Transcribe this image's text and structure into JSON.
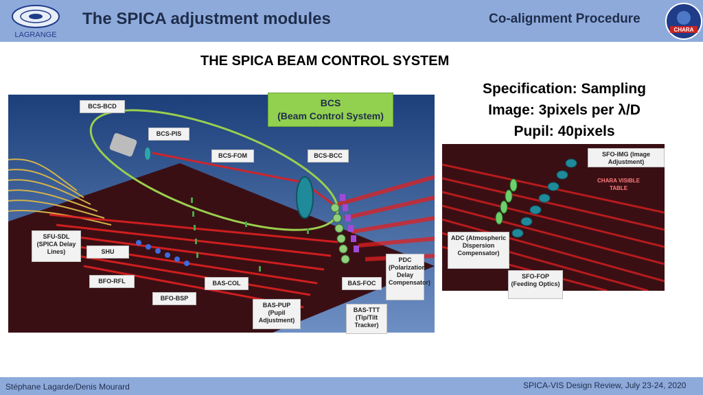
{
  "header": {
    "title": "The SPICA adjustment modules",
    "subtitle": "Co-alignment Procedure",
    "left_logo_text": "LAGRANGE",
    "right_logo_text": "CHARA"
  },
  "section_title": "THE SPICA BEAM CONTROL SYSTEM",
  "spec": {
    "line1": "Specification: Sampling",
    "line2": "Image: 3pixels per λ/D",
    "line3": "Pupil: 40pixels"
  },
  "main_labels": {
    "bcs_title": "BCS",
    "bcs_sub": "(Beam Control System)",
    "bcs_bcd": "BCS-BCD",
    "bcs_pis": "BCS-PIS",
    "bcs_fom": "BCS-FOM",
    "bcs_bcc": "BCS-BCC",
    "sfu_sdl": "SFU-SDL (SPICA Delay Lines)",
    "shu": "SHU",
    "bfo_rfl": "BFO-RFL",
    "bfo_bsp": "BFO-BSP",
    "bas_col": "BAS-COL",
    "bas_pup": "BAS-PUP (Pupil Adjustment)",
    "bas_ttt": "BAS-TTT (Tip/Tilt Tracker)",
    "bas_foc": "BAS-FOC",
    "pdc": "PDC (Polarization Delay Compensator)"
  },
  "side_labels": {
    "sfo_img": "SFO-IMG (Image Adjustment)",
    "chara_table": "CHARA VISIBLE TABLE",
    "adc": "ADC (Atmospheric Dispersion Compensator)",
    "sfo_fop": "SFO-FOP (Feeding Optics)"
  },
  "footer": {
    "left": "Stéphane Lagarde/Denis Mourard",
    "right": "SPICA-VIS Design Review, July 23-24, 2020"
  },
  "colors": {
    "header_bar": "#8eaadb",
    "bcs_box": "#92d050",
    "table_surface": "#3a0f14",
    "beam": "#e02020"
  }
}
